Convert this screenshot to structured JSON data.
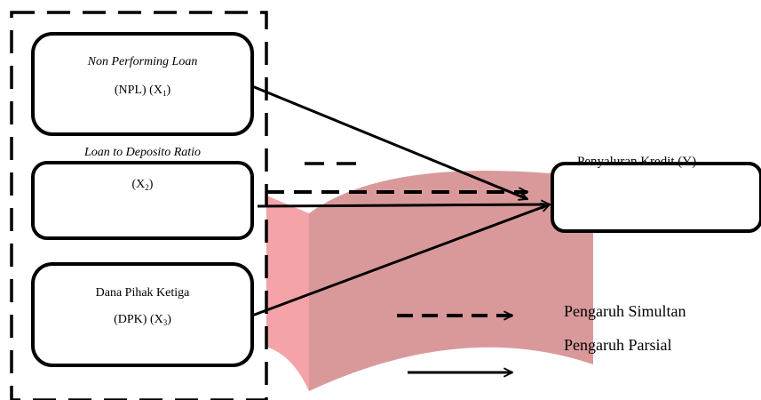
{
  "variables": [
    {
      "line1": "Non Performing Loan",
      "line1_italic": true,
      "line2_text": "(NPL)  (X",
      "line2_sub": "1",
      "line2_end": ")"
    },
    {
      "line1": "Loan to Deposito Ratio",
      "line1_italic": true,
      "line2_text": "(X",
      "line2_sub": "2",
      "line2_end": ")"
    },
    {
      "line1": "Dana Pihak Ketiga",
      "line1_italic": false,
      "line2_text": "(DPK) (X",
      "line2_sub": "3",
      "line2_end": ")"
    }
  ],
  "dependent": {
    "label": "Penyaluran Kredit (Y)"
  },
  "legend": {
    "simultaneous": "Pengaruh Simultan",
    "partial": "Pengaruh Parsial"
  },
  "colors": {
    "ribbon_front": "#f4a3a8",
    "ribbon_back": "#d9999b",
    "stroke": "#000000"
  }
}
